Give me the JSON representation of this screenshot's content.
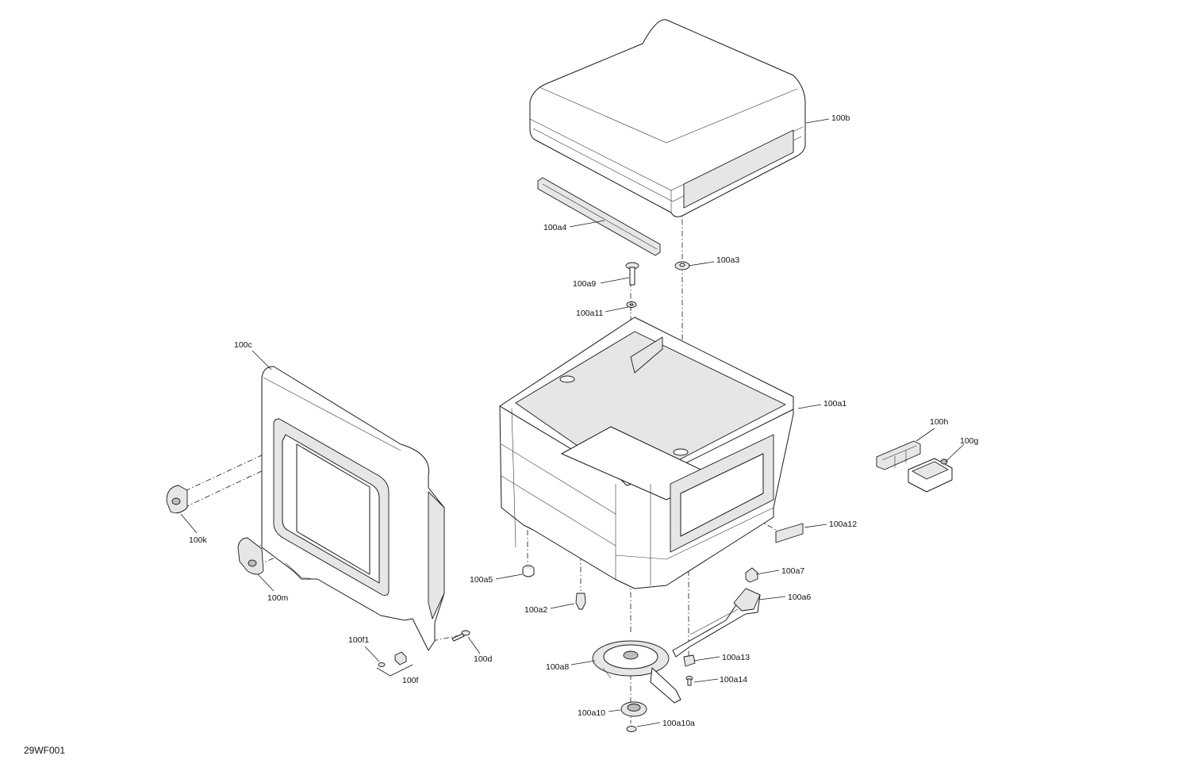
{
  "figure_code": "29WF001",
  "callouts": {
    "c100b": "100b",
    "c100a4": "100a4",
    "c100a3": "100a3",
    "c100a9": "100a9",
    "c100a11": "100a11",
    "c100c": "100c",
    "c100a1": "100a1",
    "c100h": "100h",
    "c100g": "100g",
    "c100k": "100k",
    "c100a12": "100a12",
    "c100m": "100m",
    "c100a7": "100a7",
    "c100a5": "100a5",
    "c100a6": "100a6",
    "c100a2": "100a2",
    "c100f1": "100f1",
    "c100d": "100d",
    "c100a13": "100a13",
    "c100a8": "100a8",
    "c100f": "100f",
    "c100a14": "100a14",
    "c100a10": "100a10",
    "c100a10a": "100a10a"
  }
}
